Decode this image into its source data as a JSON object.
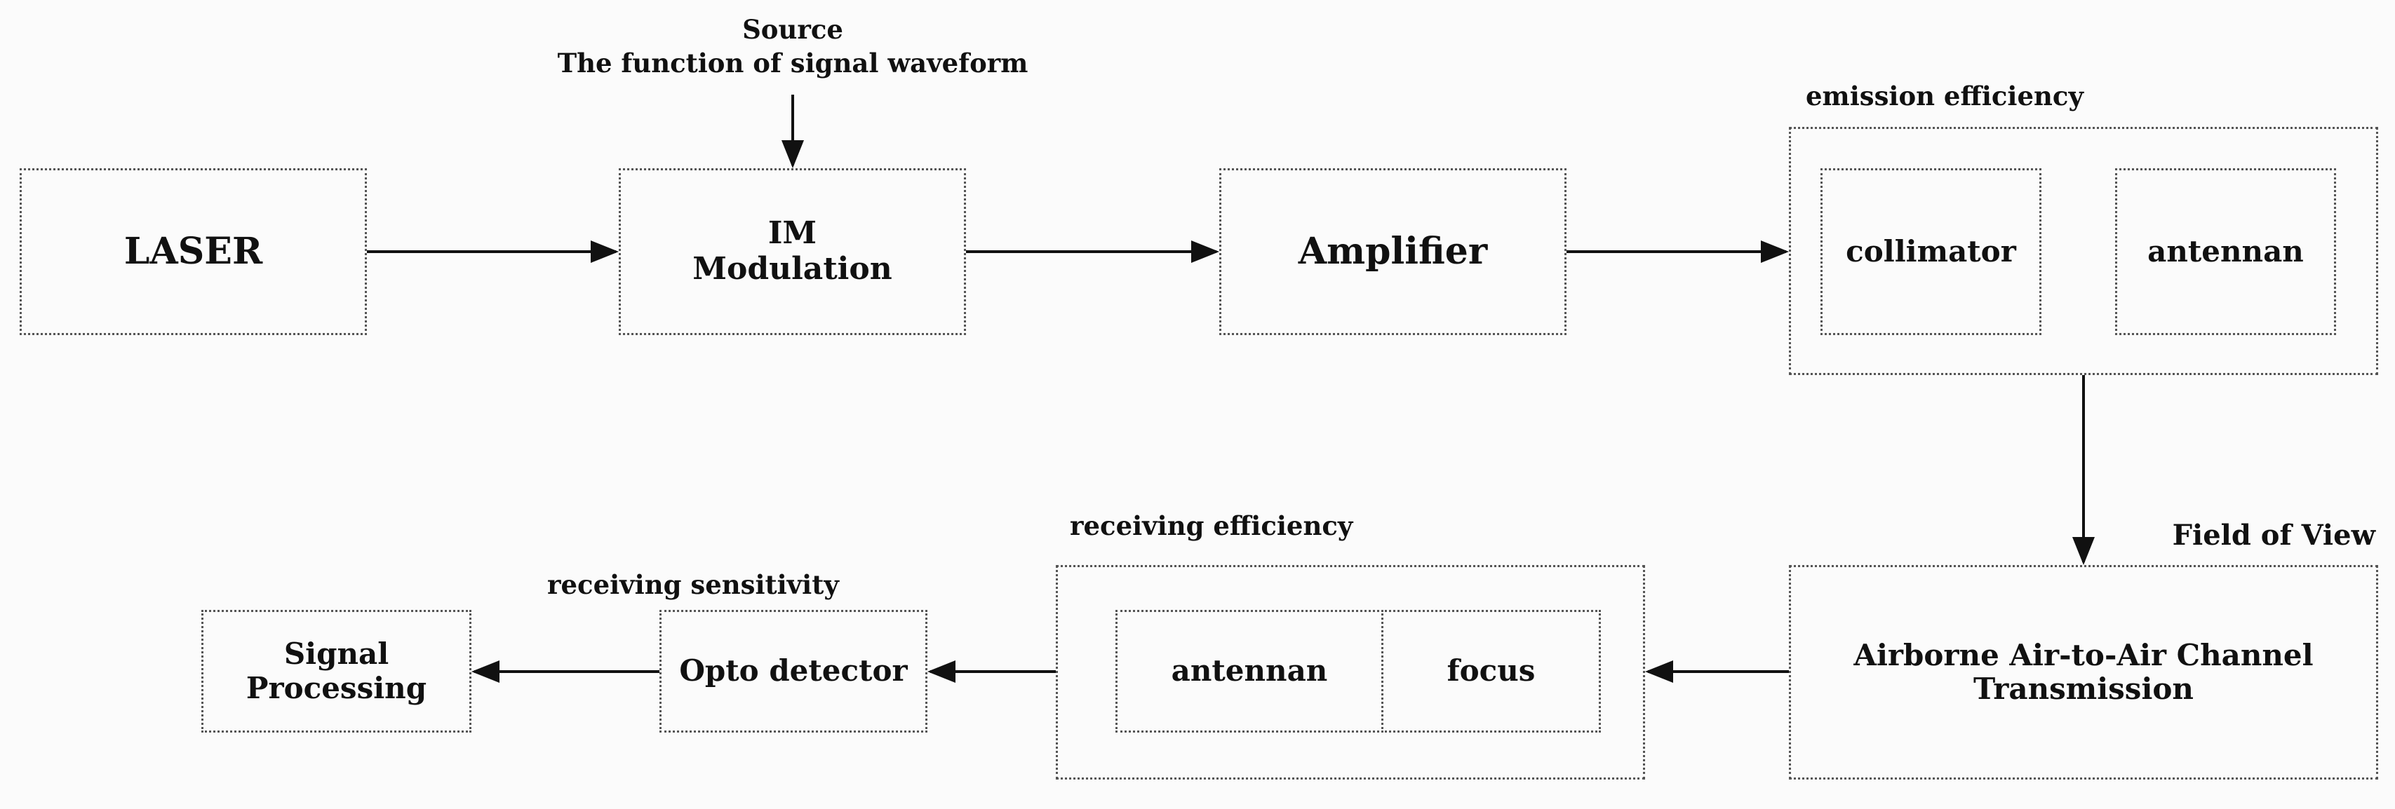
{
  "source_label": {
    "line1": "Source",
    "line2": "The function of signal waveform"
  },
  "blocks": {
    "laser": "LASER",
    "modulation": "IM\nModulation",
    "amplifier": "Amplifier",
    "collimator": "collimator",
    "tx_antenna": "antennan",
    "channel": "Airborne Air-to-Air Channel\nTransmission",
    "rx_antenna": "antennan",
    "focus": "focus",
    "detector": "Opto detector",
    "processing": "Signal\nProcessing"
  },
  "group_labels": {
    "emission": "emission efficiency",
    "fov": "Field of View",
    "receiving_eff": "receiving efficiency",
    "receiving_sens": "receiving sensitivity"
  }
}
